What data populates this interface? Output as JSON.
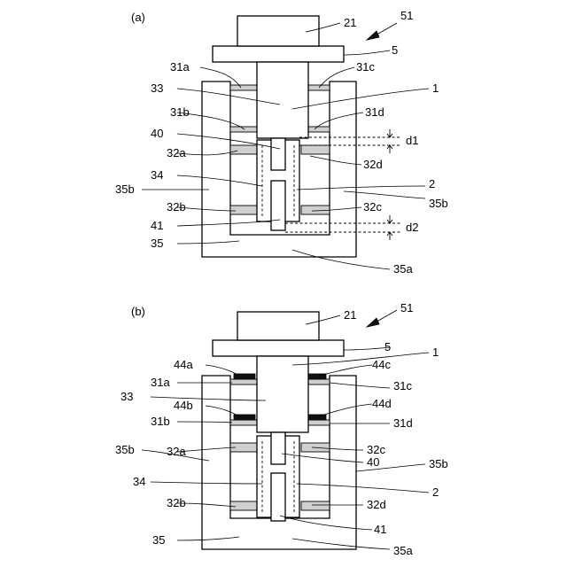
{
  "panels": {
    "a": {
      "caption": "(a)",
      "labels": {
        "n21": "21",
        "n51": "51",
        "n5": "5",
        "n31a": "31a",
        "n31c": "31c",
        "n33": "33",
        "n1": "1",
        "n31b": "31b",
        "n31d": "31d",
        "n40": "40",
        "d1": "d1",
        "n32a": "32a",
        "n32d": "32d",
        "n34": "34",
        "n2": "2",
        "n35b_left": "35b",
        "n35b_right": "35b",
        "n32b": "32b",
        "n32c": "32c",
        "n41": "41",
        "d2": "d2",
        "n35": "35",
        "n35a": "35a"
      }
    },
    "b": {
      "caption": "(b)",
      "labels": {
        "n21": "21",
        "n51": "51",
        "n5": "5",
        "n1": "1",
        "n44a": "44a",
        "n44c": "44c",
        "n31a": "31a",
        "n31c": "31c",
        "n33": "33",
        "n44b": "44b",
        "n44d": "44d",
        "n31b": "31b",
        "n31d": "31d",
        "n35b_left": "35b",
        "n32a": "32a",
        "n32c": "32c",
        "n40": "40",
        "n35b_right": "35b",
        "n34": "34",
        "n2": "2",
        "n32b": "32b",
        "n32d": "32d",
        "n41": "41",
        "n35": "35",
        "n35a": "35a"
      }
    }
  }
}
